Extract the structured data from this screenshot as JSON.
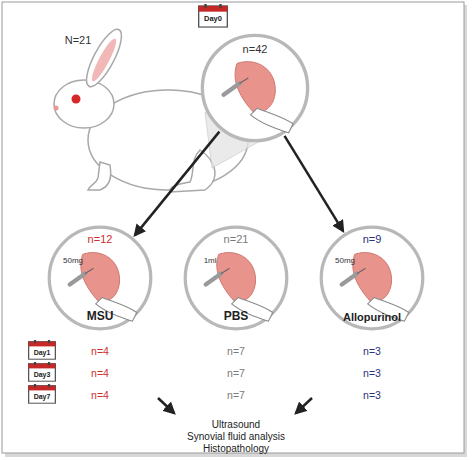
{
  "diagram": {
    "nodes": [
      {
        "text": [
          "Day0"
        ]
      },
      {
        "text": [
          "n=42"
        ]
      },
      {
        "text": [
          "n=12",
          "50mg",
          "MSU"
        ]
      },
      {
        "text": [
          "n=21",
          "1ml",
          "PBS"
        ]
      },
      {
        "text": [
          "n=9",
          "50mg",
          "Allopurinol"
        ]
      },
      {
        "text": [
          "Day1"
        ]
      },
      {
        "text": [
          "Day3"
        ]
      },
      {
        "text": [
          "Day7"
        ]
      }
    ],
    "edges": [
      {
        "from": 1,
        "to": 2,
        "arrow": "to"
      },
      {
        "from": 1,
        "to": 4,
        "arrow": "to"
      }
    ],
    "labels": [
      "N=21",
      "n=4",
      "n=7",
      "n=3",
      "n=4",
      "n=7",
      "n=3",
      "n=4",
      "n=7",
      "n=3",
      "Ultrasound",
      "Synovial fluid analysis",
      "Histopathology"
    ]
  }
}
